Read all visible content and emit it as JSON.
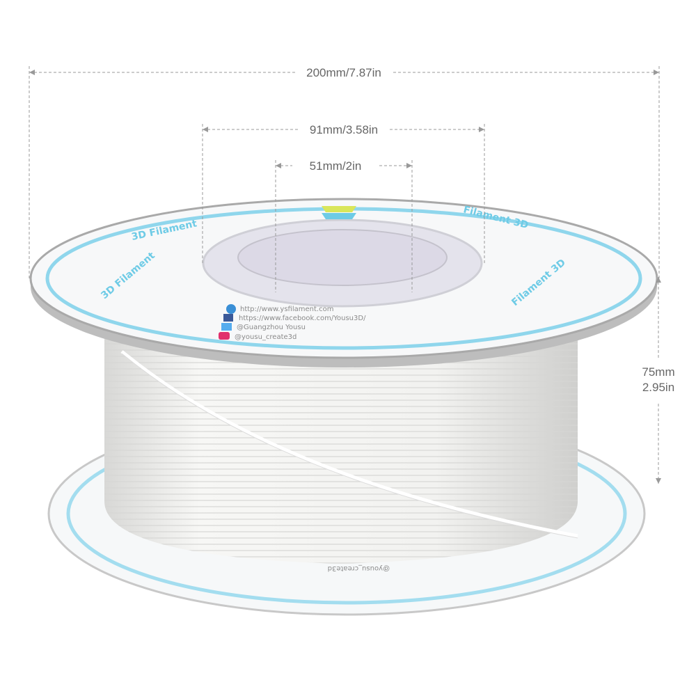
{
  "dimensions": {
    "flange_diameter": "200mm/7.87in",
    "barrel_diameter": "91mm/3.58in",
    "hub_diameter": "51mm/2in",
    "width_mm": "75mm",
    "width_in": "2.95in"
  },
  "label": {
    "website": "http://www.ysfilament.com",
    "facebook": "https://www.facebook.com/Yousu3D/",
    "twitter": "@Guangzhou Yousu",
    "instagram": "@yousu_create3d",
    "brand_left": "3D Filament",
    "brand_right": "Filament 3D",
    "bottom_instagram": "@yousu_create3d"
  },
  "colors": {
    "filament": "#f4f4f2",
    "label_accent": "#6ecbe6",
    "dimension_line": "#999999"
  }
}
